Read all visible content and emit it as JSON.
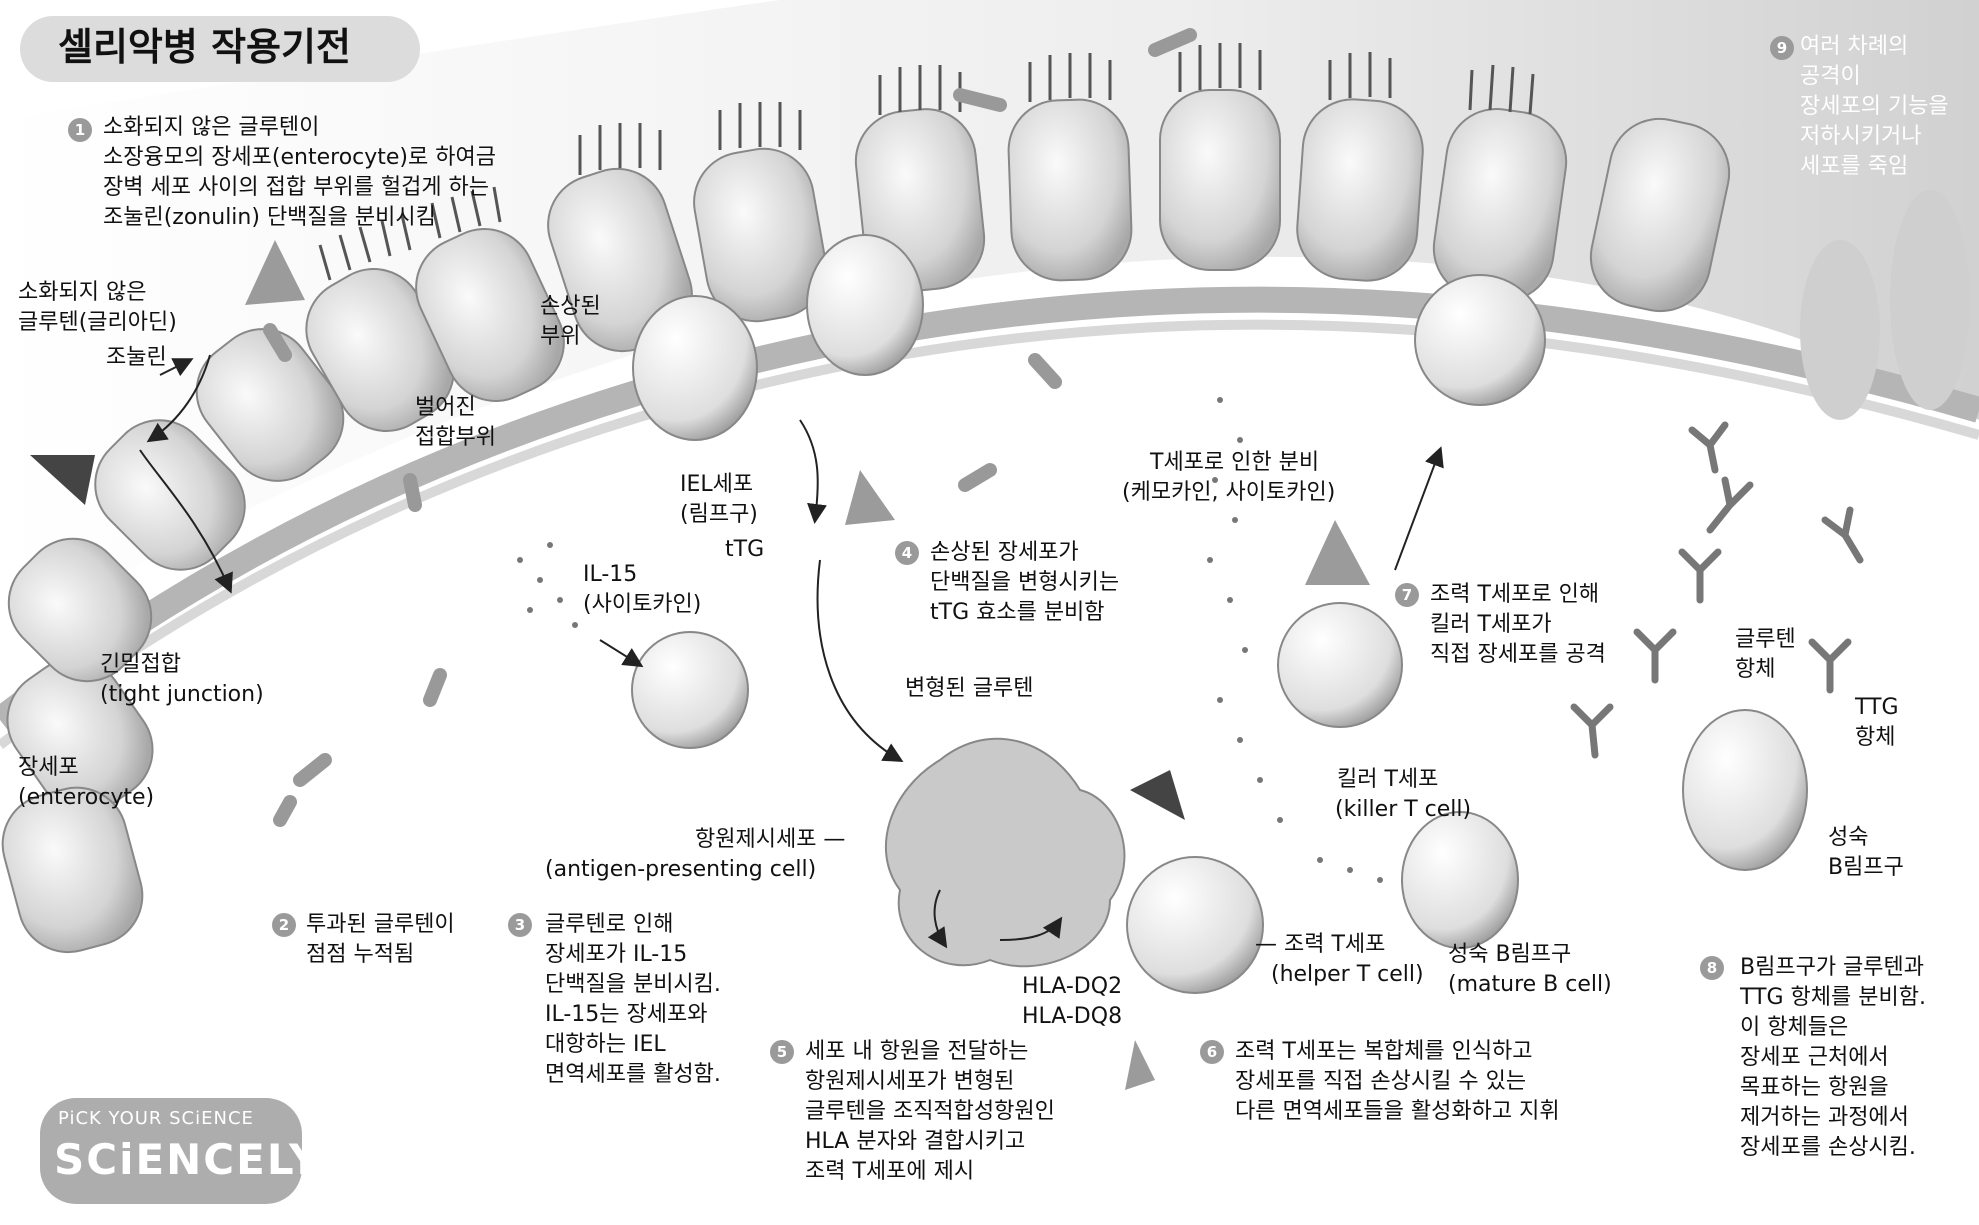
{
  "title": "셀리악병 작용기전",
  "steps": [
    "1",
    "2",
    "3",
    "4",
    "5",
    "6",
    "7",
    "8",
    "9"
  ],
  "labels": {
    "step1": [
      "소화되지 않은 글루텐이",
      "소장융모의 장세포(enterocyte)로 하여금",
      "장벽 세포 사이의 접합 부위를 헐겁게 하는",
      "조눌린(zonulin) 단백질을 분비시킴"
    ],
    "gliadin": [
      "소화되지 않은",
      "글루텐(글리아딘)"
    ],
    "zonulin": "조눌린",
    "open_junction": [
      "벌어진",
      "접합부위"
    ],
    "damaged_site": [
      "손상된",
      "부위"
    ],
    "tight_junction": [
      "긴밀접합",
      "(tight junction)"
    ],
    "enterocyte": [
      "장세포",
      "(enterocyte)"
    ],
    "step2": [
      "투과된 글루텐이",
      "점점 누적됨"
    ],
    "il15": [
      "IL-15",
      "(사이토카인)"
    ],
    "iel": [
      "IEL세포",
      "(림프구)"
    ],
    "ttg": "tTG",
    "step3": [
      "글루텐로 인해",
      "장세포가 IL-15",
      "단백질을 분비시킴.",
      "IL-15는 장세포와",
      "대항하는 IEL",
      "면역세포를 활성함."
    ],
    "step4": [
      "손상된 장세포가",
      "단백질을 변형시키는",
      "tTG 효소를 분비함"
    ],
    "modified_gluten": "변형된 글루텐",
    "apc": [
      "항원제시세포 —",
      "(antigen-presenting cell)"
    ],
    "hla": [
      "HLA-DQ2",
      "HLA-DQ8"
    ],
    "step5": [
      "세포 내 항원을 전달하는",
      "항원제시세포가 변형된",
      "글루텐을 조직적합성항원인",
      "HLA 분자와 결합시키고",
      "조력 T세포에 제시"
    ],
    "t_secretion": [
      "T세포로 인한 분비",
      "(케모카인, 사이토카인)"
    ],
    "helper_t": [
      "— 조력 T세포",
      "(helper T cell)"
    ],
    "step6": [
      "조력 T세포는 복합체를 인식하고",
      "장세포를 직접 손상시킬 수 있는",
      "다른 면역세포들을 활성화하고 지휘"
    ],
    "step7": [
      "조력 T세포로 인해",
      "킬러 T세포가",
      "직접 장세포를 공격"
    ],
    "killer_t": [
      "킬러 T세포",
      "(killer T cell)"
    ],
    "mature_b": [
      "성숙 B림프구",
      "(mature B cell)"
    ],
    "gluten_antibody": [
      "글루텐",
      "항체"
    ],
    "ttg_antibody": [
      "TTG",
      "항체"
    ],
    "mature_b_right": [
      "성숙",
      "B림프구"
    ],
    "step8": [
      "B림프구가 글루텐과",
      "TTG 항체를 분비함.",
      "이 항체들은",
      "장세포  근처에서",
      "목표하는 항원을",
      "제거하는 과정에서",
      "장세포를 손상시킴."
    ],
    "step9": [
      "여러 차례의",
      "공격이",
      "장세포의 기능을",
      "저하시키거나",
      "세포를 죽임"
    ]
  },
  "logo": {
    "top": "PiCK YOUR SCiENCE",
    "main": "SCiENCELY",
    "face": ":)"
  }
}
